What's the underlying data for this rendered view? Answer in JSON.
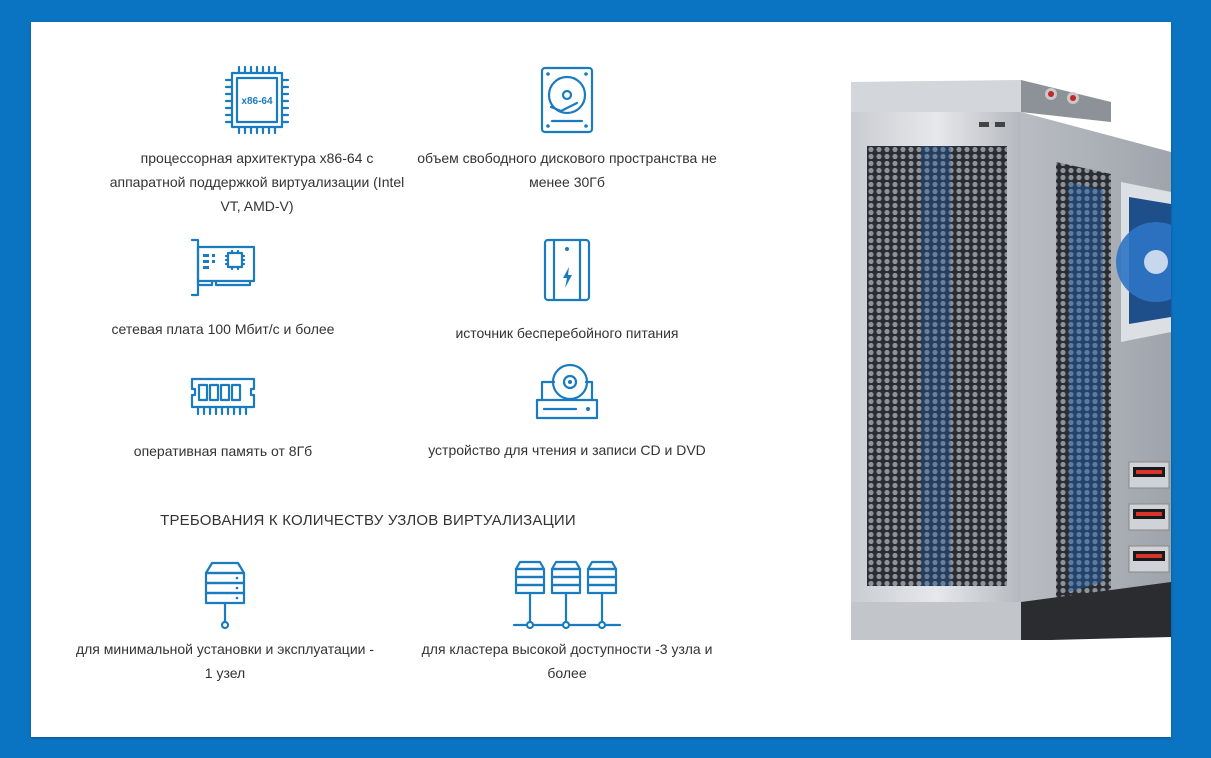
{
  "items": {
    "cpu": {
      "icon": "cpu-chip-icon",
      "chip_text": "x86-64",
      "caption": "процессорная архитектура x86-64 с аппаратной поддержкой виртуализации (Intel VT, AMD-V)"
    },
    "disk": {
      "icon": "hard-drive-icon",
      "caption": "объем свободного дискового пространства не менее 30Гб"
    },
    "nic": {
      "icon": "network-card-icon",
      "caption": "сетевая плата 100 Мбит/с и более"
    },
    "ups": {
      "icon": "ups-power-icon",
      "caption": "источник бесперебойного питания"
    },
    "ram": {
      "icon": "memory-module-icon",
      "caption": "оперативная память от 8Гб"
    },
    "optical": {
      "icon": "optical-drive-icon",
      "caption": "устройство для чтения и записи CD и DVD"
    }
  },
  "nodes_heading": "ТРЕБОВАНИЯ К КОЛИЧЕСТВУ УЗЛОВ ВИРТУАЛИЗАЦИИ",
  "nodes": {
    "single": {
      "icon": "server-node-icon",
      "caption": "для минимальной установки и эксплуатации - 1 узел"
    },
    "cluster": {
      "icon": "server-cluster-icon",
      "caption": "для кластера высокой доступности -3 узла и более"
    }
  },
  "colors": {
    "background": "#0b74c2",
    "accent": "#1a7bc0",
    "text": "#333333"
  }
}
